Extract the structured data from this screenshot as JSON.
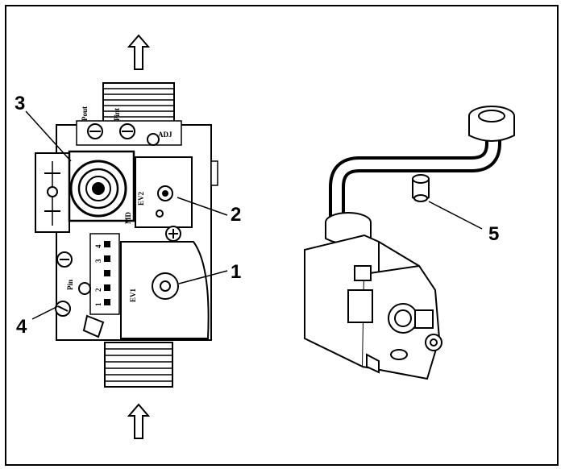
{
  "figure": {
    "callouts": [
      "1",
      "2",
      "3",
      "4",
      "5"
    ],
    "part_markings": {
      "pout": "Pout",
      "pint": "Pint",
      "adj": "ADJ",
      "ev1": "EV1",
      "ev2": "EV2",
      "mod": "MD",
      "pin": "Pin",
      "terminals": [
        "1",
        "2",
        "3",
        "4"
      ]
    },
    "arrows": [
      "outlet-arrow-up",
      "inlet-arrow-up"
    ]
  }
}
